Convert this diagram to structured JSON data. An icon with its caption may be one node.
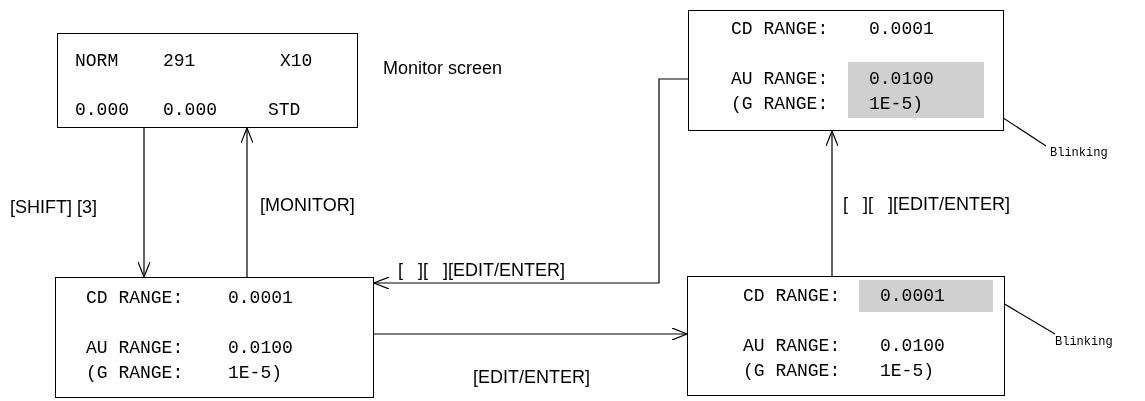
{
  "diagram": {
    "nodes": [
      {
        "text": [
          "NORM",
          "291",
          "X10",
          "0.000",
          "0.000",
          "STD"
        ],
        "beside": [
          "Monitor screen"
        ]
      },
      {
        "text": [
          "CD RANGE:",
          "0.0001",
          "AU RANGE:",
          "0.0100",
          "(G RANGE:",
          "1E-5)"
        ]
      },
      {
        "text": [
          "CD RANGE:",
          "AU RANGE:",
          "0.0100",
          "(G RANGE:",
          "1E-5)"
        ]
      },
      {
        "text": [
          "0.0001"
        ],
        "in": 2
      },
      {
        "text": [
          "Blinking"
        ]
      },
      {
        "text": [
          "CD RANGE:",
          "0.0001",
          "AU RANGE:",
          "(G RANGE:"
        ]
      },
      {
        "text": [
          "0.0100",
          "1E-5)"
        ],
        "in": 5
      },
      {
        "text": [
          "Blinking"
        ]
      }
    ],
    "edges": [
      {
        "from": 0,
        "to": 1,
        "arrow": "to",
        "label": "[SHIFT] [3]"
      },
      {
        "from": 1,
        "to": 0,
        "arrow": "to",
        "label": "[MONITOR]"
      },
      {
        "from": 1,
        "to": 2,
        "arrow": "to",
        "label": "[EDIT/ENTER]"
      },
      {
        "from": 2,
        "to": 5,
        "arrow": "to",
        "label": "[   ][   ][EDIT/ENTER]"
      },
      {
        "from": 5,
        "to": 1,
        "arrow": "to",
        "label": "[   ][   ][EDIT/ENTER]"
      },
      {
        "from": 4,
        "to": 3,
        "arrow": "none"
      },
      {
        "from": 7,
        "to": 6,
        "arrow": "none"
      }
    ]
  }
}
